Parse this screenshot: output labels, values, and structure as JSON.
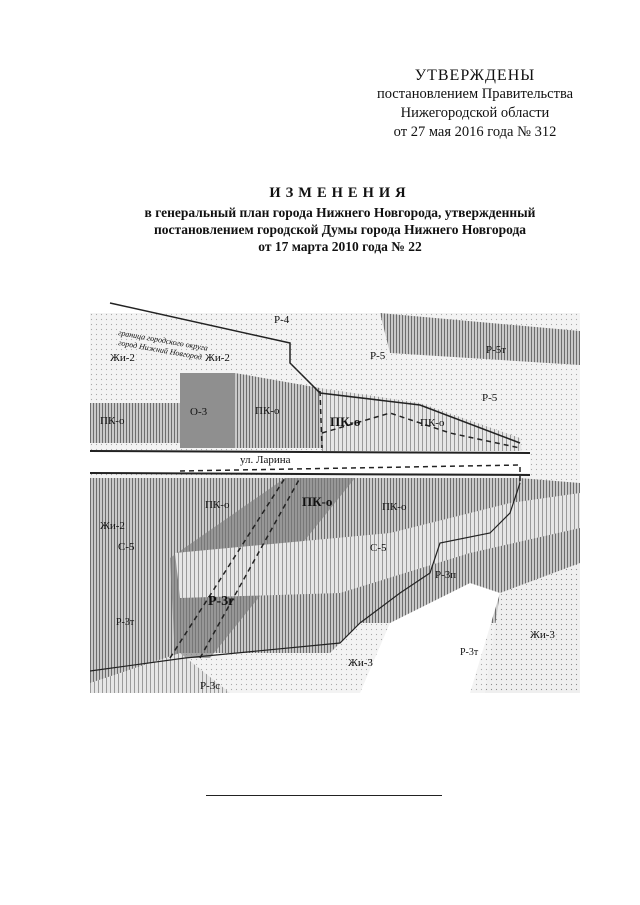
{
  "approval": {
    "title": "УТВЕРЖДЕНЫ",
    "line1": "постановлением Правительства",
    "line2": "Нижегородской области",
    "line3": "от 27 мая 2016 года № 312"
  },
  "heading": {
    "title": "ИЗМЕНЕНИЯ",
    "line1": "в генеральный план города Нижнего Новгорода, утвержденный",
    "line2": "постановлением городской Думы города Нижнего Новгорода",
    "line3": "от 17 марта 2010 года № 22"
  },
  "map": {
    "boundary_label_1": "граница городского округа",
    "boundary_label_2": "город Нижний Новгород",
    "street": "ул. Ларина",
    "zones": {
      "zh2_left": "Жи-2",
      "zh2_mid": "Жи-2",
      "zh2_lower": "Жи-2",
      "zh3_right": "Жи-3",
      "zh3_bottom": "Жи-3",
      "r4": "Р-4",
      "r5_a": "Р-5",
      "r5_b": "Р-5",
      "r5t": "Р-5т",
      "o3": "О-3",
      "pko_1": "ПК-о",
      "pko_2": "ПК-о",
      "pko_3": "ПК-о",
      "pko_4": "ПК-о",
      "pko_5": "ПК-о",
      "pko_6": "ПК-о",
      "pko_7": "ПК-о",
      "c5_left": "С-5",
      "c5_mid": "С-5",
      "r3g": "Р-3г",
      "r3t_left": "Р-3т",
      "r3t_right": "Р-3т",
      "r3p": "Р-3п",
      "r3s": "Р-3с"
    }
  }
}
